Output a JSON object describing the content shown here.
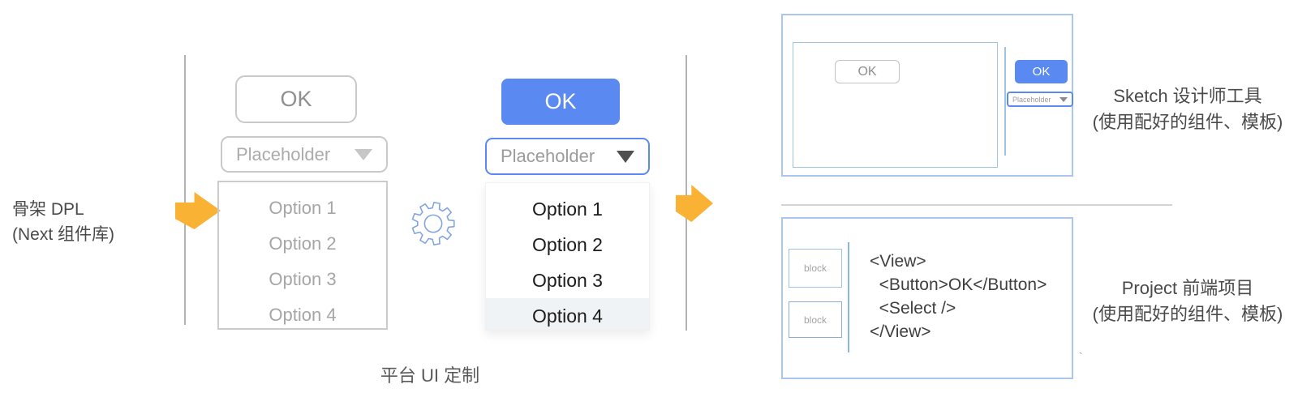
{
  "colors": {
    "accent_blue": "#5a89f2",
    "arrow_amber": "#f9b234",
    "panel_border_blue": "#a9c7ee",
    "wireframe_gray_border": "#c9c9c9",
    "selected_row_bg": "#f0f3f6",
    "divider_gray": "#b3b3b3",
    "gear_blue": "#7fa3e0"
  },
  "icons": {
    "gear_icon": "outlined cog / settings gear",
    "arrow_right_icon": "solid amber right arrow",
    "dropdown_icon": "triangle-down"
  },
  "left_label": {
    "line1": "骨架 DPL",
    "line2": "(Next 组件库)"
  },
  "wireframe": {
    "ok_label": "OK",
    "select_placeholder": "Placeholder",
    "options": [
      "Option 1",
      "Option 2",
      "Option 3",
      "Option 4"
    ]
  },
  "styled": {
    "ok_label": "OK",
    "select_placeholder": "Placeholder",
    "options": [
      "Option 1",
      "Option 2",
      "Option 3",
      "Option 4"
    ],
    "selected_option": "Option 4",
    "selected_option_index": 3
  },
  "bottom_label": "平台 UI 定制",
  "sketch_panel": {
    "canvas_ok_label": "OK",
    "component_ok_label": "OK",
    "component_select_placeholder": "Placeholder",
    "caption_line1": "Sketch 设计师工具",
    "caption_line2": "(使用配好的组件、模板)"
  },
  "project_panel": {
    "block1_label": "block",
    "block2_label": "block",
    "code_lines": [
      "<View>",
      "  <Button>OK</Button>",
      "  <Select />",
      "</View>"
    ],
    "artifact": "`",
    "caption_line1": "Project 前端项目",
    "caption_line2": "(使用配好的组件、模板)"
  }
}
